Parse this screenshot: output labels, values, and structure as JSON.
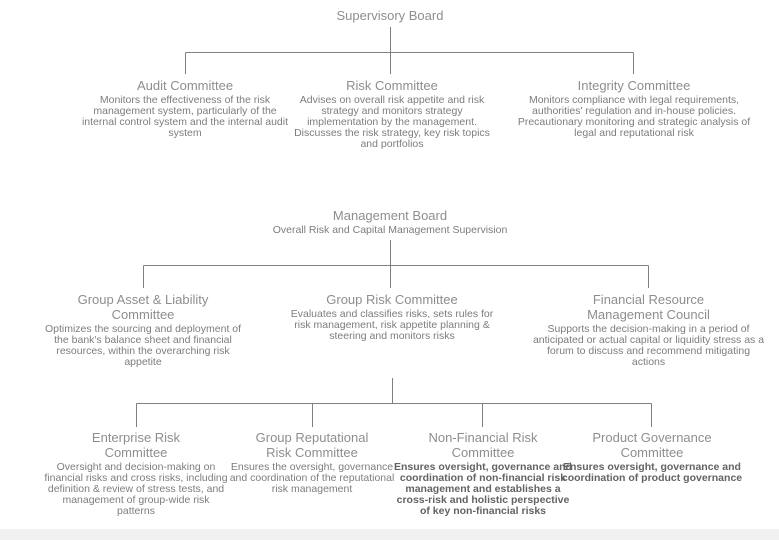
{
  "colors": {
    "background": "#ffffff",
    "connector_line": "#808080",
    "title_text": "#8e8e8e",
    "body_text": "#7d7d7d",
    "bold_body_text": "#636363",
    "footer_strip": "#f1f1f1"
  },
  "diagram": {
    "supervisory_board": {
      "title": "Supervisory Board"
    },
    "board_committees": [
      {
        "title": "Audit Committee",
        "description": "Monitors the effectiveness of the risk management system, particularly of the internal control system and the internal audit system"
      },
      {
        "title": "Risk Committee",
        "description": "Advises on overall risk appetite and risk strategy and monitors strategy implementation by the management. Discusses the risk strategy, key risk topics and portfolios"
      },
      {
        "title": "Integrity Committee",
        "description": "Monitors compliance with legal requirements, authorities' regulation and in-house policies. Precautionary monitoring and strategic analysis of legal and reputational risk"
      }
    ],
    "management_board": {
      "title": "Management Board",
      "subtitle": "Overall Risk and Capital Management Supervision"
    },
    "management_committees": [
      {
        "title": "Group Asset & Liability Committee",
        "description": "Optimizes the sourcing and deployment of the bank's balance sheet and financial resources, within the overarching risk appetite"
      },
      {
        "title": "Group Risk Committee",
        "description": "Evaluates and classifies risks, sets rules for risk management, risk appetite planning & steering and monitors risks"
      },
      {
        "title": "Financial Resource Management Council",
        "description": "Supports the decision-making in a period of anticipated or actual capital or liquidity stress as a forum to discuss and recommend mitigating actions"
      }
    ],
    "group_risk_subcommittees": [
      {
        "title": "Enterprise Risk Committee",
        "description": "Oversight and decision-making on financial risks and cross risks, including definition & review of stress tests, and management of group-wide risk patterns",
        "bold": false
      },
      {
        "title": "Group Reputational Risk Committee",
        "description": "Ensures the oversight, governance and coordination of the reputational risk management",
        "bold": false
      },
      {
        "title": "Non-Financial Risk Committee",
        "description": "Ensures oversight, governance and coordination of non-financial risk management and establishes a cross-risk and holistic perspective of key non-financial risks",
        "bold": true
      },
      {
        "title": "Product Governance Committee",
        "description": "Ensures oversight, governance and coordination of product governance",
        "bold": true
      }
    ]
  }
}
